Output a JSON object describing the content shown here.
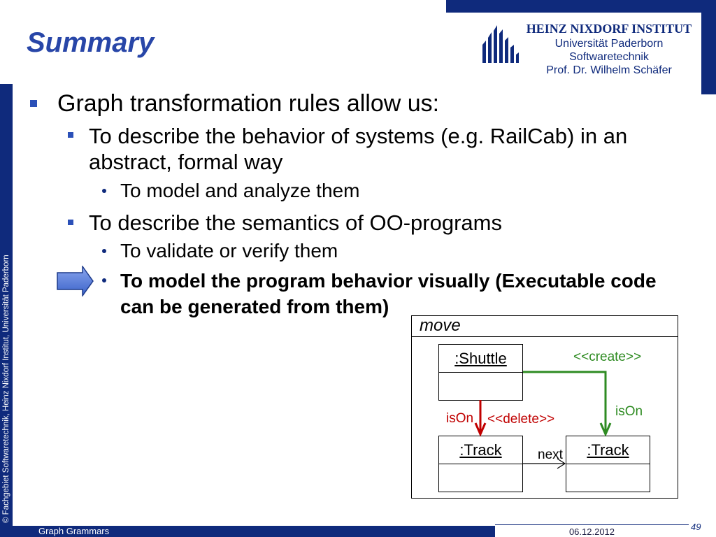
{
  "header": {
    "title": "Summary",
    "logo": {
      "name": "HEINZ NIXDORF INSTITUT",
      "university": "Universität Paderborn",
      "department": "Softwaretechnik",
      "professor": "Prof. Dr. Wilhelm Schäfer"
    }
  },
  "sidebar": {
    "copyright": "© Fachgebiet Softwaretechnik, Heinz Nixdorf Institut, Universität Paderborn"
  },
  "content": {
    "bullets": [
      "Graph transformation rules allow us:",
      "To describe the behavior of systems (e.g. RailCab) in an abstract, formal way",
      "To model and analyze them",
      "To describe the semantics of OO-programs",
      "To validate or verify them",
      "To model the program behavior visually (Executable code can be generated from them)"
    ]
  },
  "diagram": {
    "rule_name": "move",
    "nodes": [
      ":Shuttle",
      ":Track",
      ":Track"
    ],
    "edges": [
      {
        "label": "isOn",
        "stereotype": "<<delete>>"
      },
      {
        "label": "isOn",
        "stereotype": "<<create>>"
      },
      {
        "label": "next"
      }
    ]
  },
  "footer": {
    "course": "Graph Grammars",
    "date": "06.12.2012",
    "page": "49"
  },
  "icons": {
    "pointer": "block-arrow-right-icon",
    "logo": "hni-logo-icon"
  },
  "colors": {
    "navy": "#0f2a7c",
    "title": "#2846a8",
    "bullet": "#2b50b8",
    "delete": "#c00000",
    "create": "#2e8b22"
  }
}
